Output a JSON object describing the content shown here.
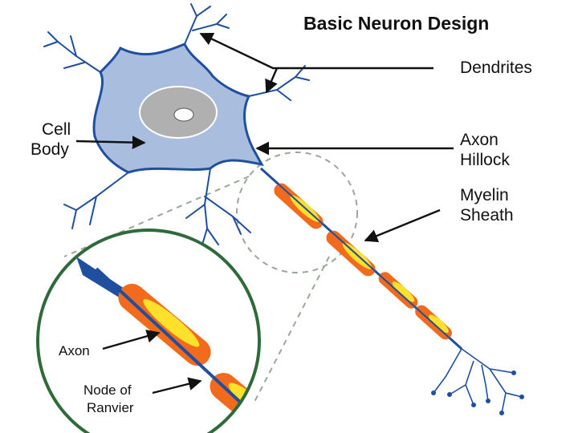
{
  "title": "Basic Neuron Design",
  "labels": {
    "dendrites": "Dendrites",
    "cell_body_1": "Cell",
    "cell_body_2": "Body",
    "axon_hillock_1": "Axon",
    "axon_hillock_2": "Hillock",
    "myelin_1": "Myelin",
    "myelin_2": "Sheath",
    "axon": "Axon",
    "node_1": "Node of",
    "node_2": "Ranvier"
  },
  "colors": {
    "membrane": "#1f4f9e",
    "cytoplasm": "#a9bede",
    "nucleus": "#b0b0b0",
    "myelin_outer": "#f26b1d",
    "myelin_inner": "#ffe02a",
    "inset_ring": "#2f6b3a",
    "arrow": "#111111"
  }
}
